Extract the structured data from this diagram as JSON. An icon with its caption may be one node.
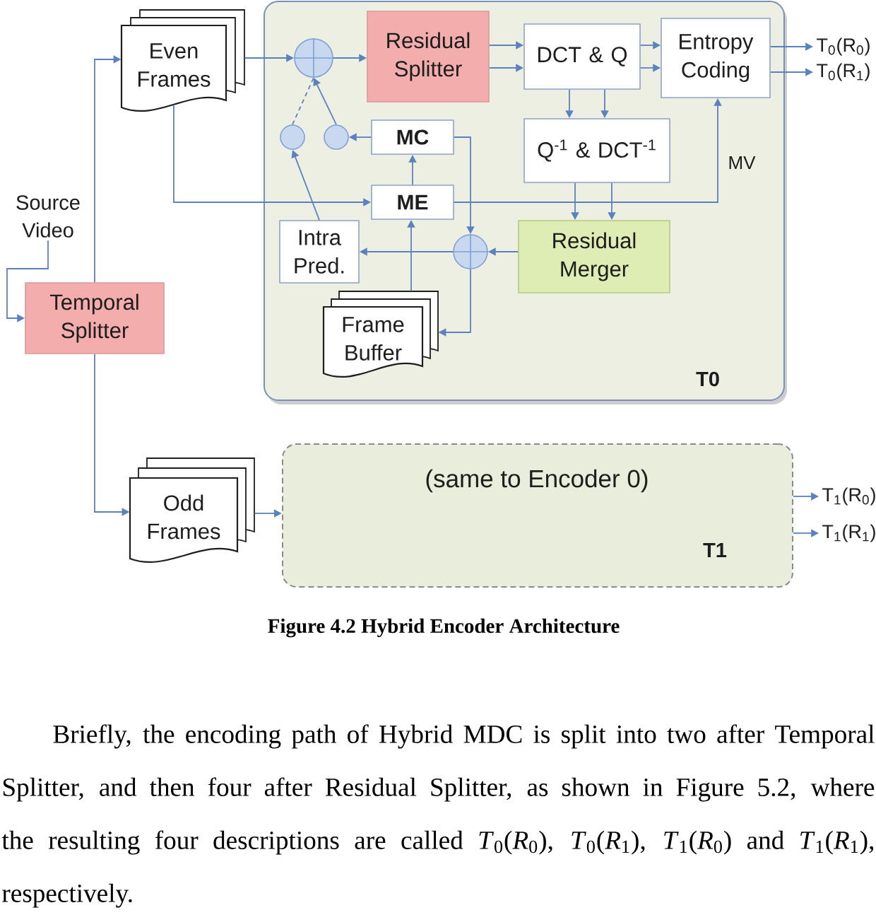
{
  "diagram": {
    "caption": "Figure 4.2 Hybrid Encoder Architecture",
    "nodes": [
      {
        "text": [
          "Even Frames"
        ]
      },
      {
        "text": [
          "T0"
        ]
      },
      {
        "text": [],
        "shape": "circle",
        "in": 1
      },
      {
        "text": [
          "Residual Splitter"
        ],
        "in": 1
      },
      {
        "text": [
          "DCT & Q"
        ],
        "in": 1
      },
      {
        "text": [
          "Entropy Coding"
        ],
        "in": 1
      },
      {
        "text": [
          "T$_{0}$(R$_{0}$)"
        ]
      },
      {
        "text": [
          "T$_{0}$(R$_{1}$)"
        ]
      },
      {
        "text": [],
        "shape": "circle",
        "in": 1
      },
      {
        "text": [],
        "shape": "circle",
        "in": 1
      },
      {
        "text": [
          "MC"
        ],
        "in": 1
      },
      {
        "text": [
          "Q$^{-1}$ & DCT$^{-1}$"
        ],
        "in": 1
      },
      {
        "text": [
          "Source Video"
        ]
      },
      {
        "text": [
          "ME"
        ],
        "in": 1
      },
      {
        "text": [
          "Intra Pred."
        ],
        "in": 1
      },
      {
        "text": [],
        "shape": "circle",
        "in": 1
      },
      {
        "text": [
          "Residual Merger"
        ],
        "in": 1
      },
      {
        "text": [
          "Temporal Splitter"
        ]
      },
      {
        "text": [
          "Frame Buffer"
        ],
        "in": 1
      },
      {
        "text": [
          "Odd Frames"
        ]
      },
      {
        "text": [
          "(same to Encoder 0)",
          "T1"
        ]
      },
      {
        "text": [
          "T$_{1}$(R$_{0}$)"
        ]
      },
      {
        "text": [
          "T$_{1}$(R$_{1}$)"
        ]
      }
    ],
    "edges": [
      {
        "from": 12,
        "to": 17,
        "arrow": "to"
      },
      {
        "from": 17,
        "to": 0,
        "arrow": "to"
      },
      {
        "from": 17,
        "to": 19,
        "arrow": "to"
      },
      {
        "from": 0,
        "to": 2,
        "arrow": "to"
      },
      {
        "from": 0,
        "to": 13,
        "arrow": "to"
      },
      {
        "from": 2,
        "to": 3,
        "arrow": "to"
      },
      {
        "from": 3,
        "to": 4,
        "arrow": "to"
      },
      {
        "from": 3,
        "to": 4,
        "arrow": "to"
      },
      {
        "from": 4,
        "to": 5,
        "arrow": "to"
      },
      {
        "from": 4,
        "to": 5,
        "arrow": "to"
      },
      {
        "from": 4,
        "to": 11,
        "arrow": "to"
      },
      {
        "from": 4,
        "to": 11,
        "arrow": "to"
      },
      {
        "from": 5,
        "to": 6,
        "arrow": "to"
      },
      {
        "from": 5,
        "to": 7,
        "arrow": "to"
      },
      {
        "from": 11,
        "to": 16,
        "arrow": "to"
      },
      {
        "from": 11,
        "to": 16,
        "arrow": "to"
      },
      {
        "from": 13,
        "to": 5,
        "arrow": "to",
        "label": "MV"
      },
      {
        "from": 13,
        "to": 10,
        "arrow": "to"
      },
      {
        "from": 10,
        "to": 9,
        "arrow": "to"
      },
      {
        "from": 10,
        "to": 15,
        "arrow": "to"
      },
      {
        "from": 9,
        "to": 2,
        "arrow": "to"
      },
      {
        "from": 8,
        "to": 2,
        "arrow": "none",
        "style": "dashed"
      },
      {
        "from": 14,
        "to": 8,
        "arrow": "to"
      },
      {
        "from": 16,
        "to": 15,
        "arrow": "to"
      },
      {
        "from": 15,
        "to": 14,
        "arrow": "to"
      },
      {
        "from": 15,
        "to": 18,
        "arrow": "to"
      },
      {
        "from": 18,
        "to": 13,
        "arrow": "to"
      },
      {
        "from": 19,
        "to": 20,
        "arrow": "to"
      },
      {
        "from": 20,
        "to": 21,
        "arrow": "to"
      },
      {
        "from": 20,
        "to": 22,
        "arrow": "to"
      }
    ],
    "labels": [
      "Briefly, the encoding path of Hybrid MDC is split into two after Temporal Splitter, and then four after Residual Splitter, as shown in Figure 5.2, where the resulting four descriptions are called *T*$_{0}$(*R*$_{0}$), *T*$_{0}$(*R*$_{1}$), *T*$_{1}$(*R*$_{0}$) and *T*$_{1}$(*R*$_{1}$), respectively."
    ]
  }
}
